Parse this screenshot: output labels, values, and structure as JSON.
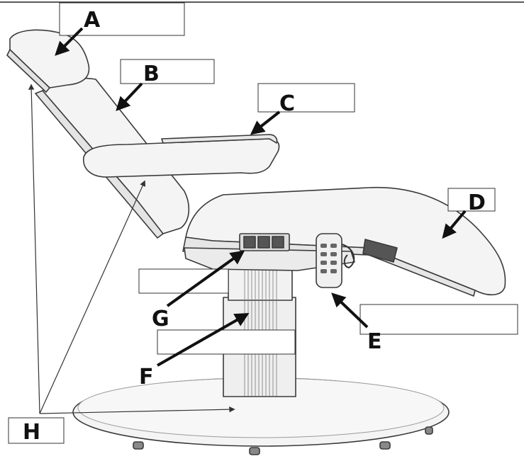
{
  "colors": {
    "line": "#111111",
    "chair_fill": "#f4f4f4",
    "chair_stroke": "#3a3a3a"
  },
  "labels": {
    "a": "A",
    "b": "B",
    "c": "C",
    "d": "D",
    "e": "E",
    "f": "F",
    "g": "G",
    "h": "H"
  }
}
